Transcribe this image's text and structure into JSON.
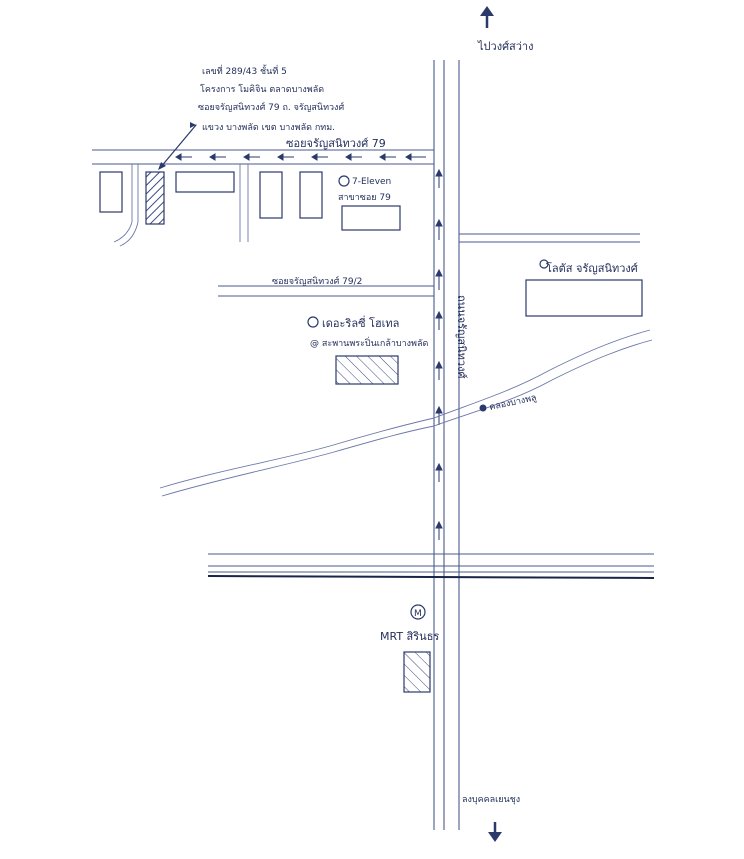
{
  "north_label": "ไปวงศ์สว่าง",
  "south_label": "ลงบุคคลเยนชุง",
  "address": {
    "line1": "เลขที่ 289/43 ชั้นที่ 5",
    "line2": "โครงการ โมคิจิน ตลาดบางพลัด",
    "line3": "ซอยจรัญสนิทวงศ์ 79 ถ. จรัญสนิทวงศ์",
    "line4": "แขวง บางพลัด เขต บางพลัด กทม."
  },
  "roads": {
    "soi79": "ซอยจรัญสนิทวงศ์ 79",
    "soi_side": "ซอยจรัญสนิทวงศ์ 79/2",
    "main_road": "ถนนจรัญสนิทวงศ์",
    "canal": "คลองบางพลู"
  },
  "landmarks": {
    "seven_eleven_line1": "7-Eleven",
    "seven_eleven_line2": "สาขาซอย 79",
    "lotus": "โลตัส จรัญสนิทวงศ์",
    "hotel_line1": "เดอะริลซี่ โฮเทล",
    "hotel_line2": "@ สะพานพระปิ่นเกล้าบางพลัด",
    "mrt_symbol": "M",
    "mrt_label": "MRT สิรินธร"
  }
}
